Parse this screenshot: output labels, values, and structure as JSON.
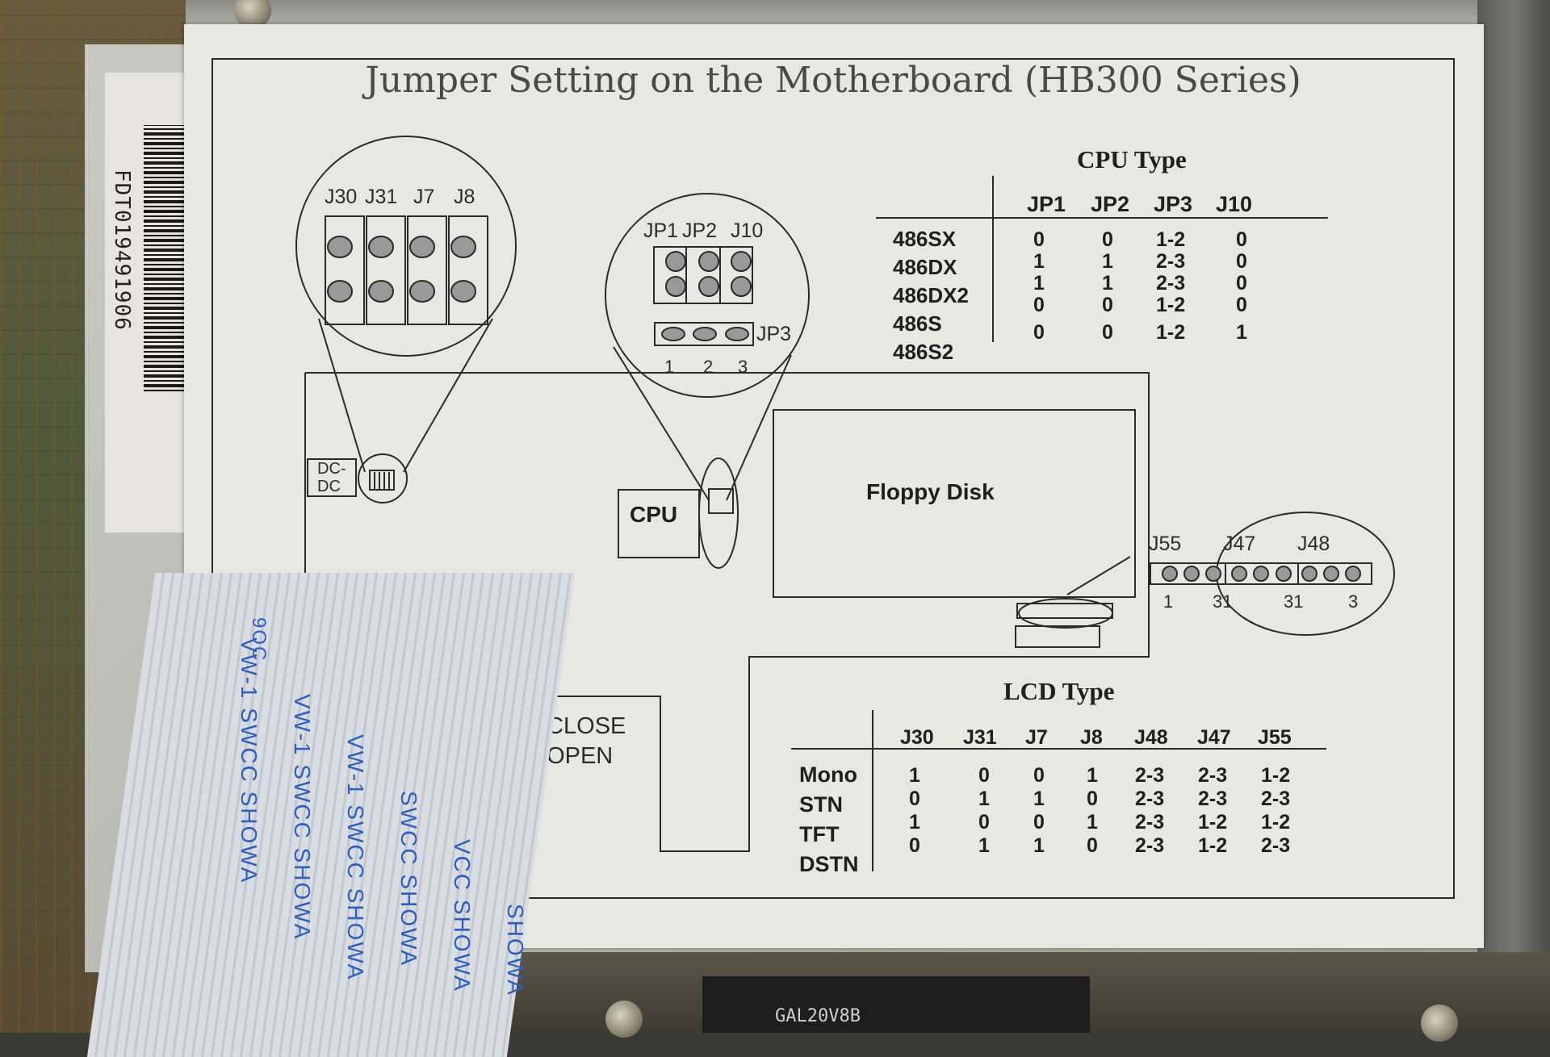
{
  "title": "Jumper Setting on the Motherboard (HB300 Series)",
  "barcode_text": "FDT019491906",
  "chip_label": "GAL20V8B",
  "left_circle": {
    "labels": [
      "J30",
      "J31",
      "J7",
      "J8"
    ]
  },
  "middle_circle": {
    "top_labels": [
      "JP1",
      "JP2",
      "J10"
    ],
    "jp3_label": "JP3",
    "pin_numbers": [
      "1",
      "2",
      "3"
    ]
  },
  "right_circle": {
    "labels": [
      "J55",
      "J47",
      "J48"
    ],
    "pin_numbers": [
      "1",
      "31",
      "31",
      "3"
    ]
  },
  "board": {
    "dcdc": [
      "DC-",
      "DC"
    ],
    "cpu": "CPU",
    "floppy": "Floppy Disk",
    "legend": [
      "1=CLOSE",
      "0=OPEN"
    ]
  },
  "cpu_table": {
    "title": "CPU Type",
    "headers": [
      "JP1",
      "JP2",
      "JP3",
      "J10"
    ],
    "row_labels": [
      "486SX",
      "486DX",
      "486DX2",
      "486S",
      "486S2"
    ],
    "rows": [
      [
        "0",
        "0",
        "1-2",
        "0"
      ],
      [
        "1",
        "1",
        "2-3",
        "0"
      ],
      [
        "1",
        "1",
        "2-3",
        "0"
      ],
      [
        "0",
        "0",
        "1-2",
        "0"
      ],
      [
        "0",
        "0",
        "1-2",
        "1"
      ]
    ]
  },
  "lcd_table": {
    "title": "LCD Type",
    "headers": [
      "J30",
      "J31",
      "J7",
      "J8",
      "J48",
      "J47",
      "J55"
    ],
    "row_labels": [
      "Mono",
      "STN",
      "TFT",
      "DSTN"
    ],
    "rows": [
      [
        "1",
        "0",
        "0",
        "1",
        "2-3",
        "2-3",
        "1-2"
      ],
      [
        "0",
        "1",
        "1",
        "0",
        "2-3",
        "2-3",
        "2-3"
      ],
      [
        "1",
        "0",
        "0",
        "1",
        "2-3",
        "1-2",
        "1-2"
      ],
      [
        "0",
        "1",
        "1",
        "0",
        "2-3",
        "1-2",
        "2-3"
      ]
    ]
  },
  "cable_text": [
    "VW-1 SWCC SHOWA",
    "VW-1 SWCC SHOWA",
    "VW-1 SWCC SHOWA",
    "SWCC SHOWA",
    "VCC SHOWA",
    "SHOWA",
    "9OC"
  ]
}
